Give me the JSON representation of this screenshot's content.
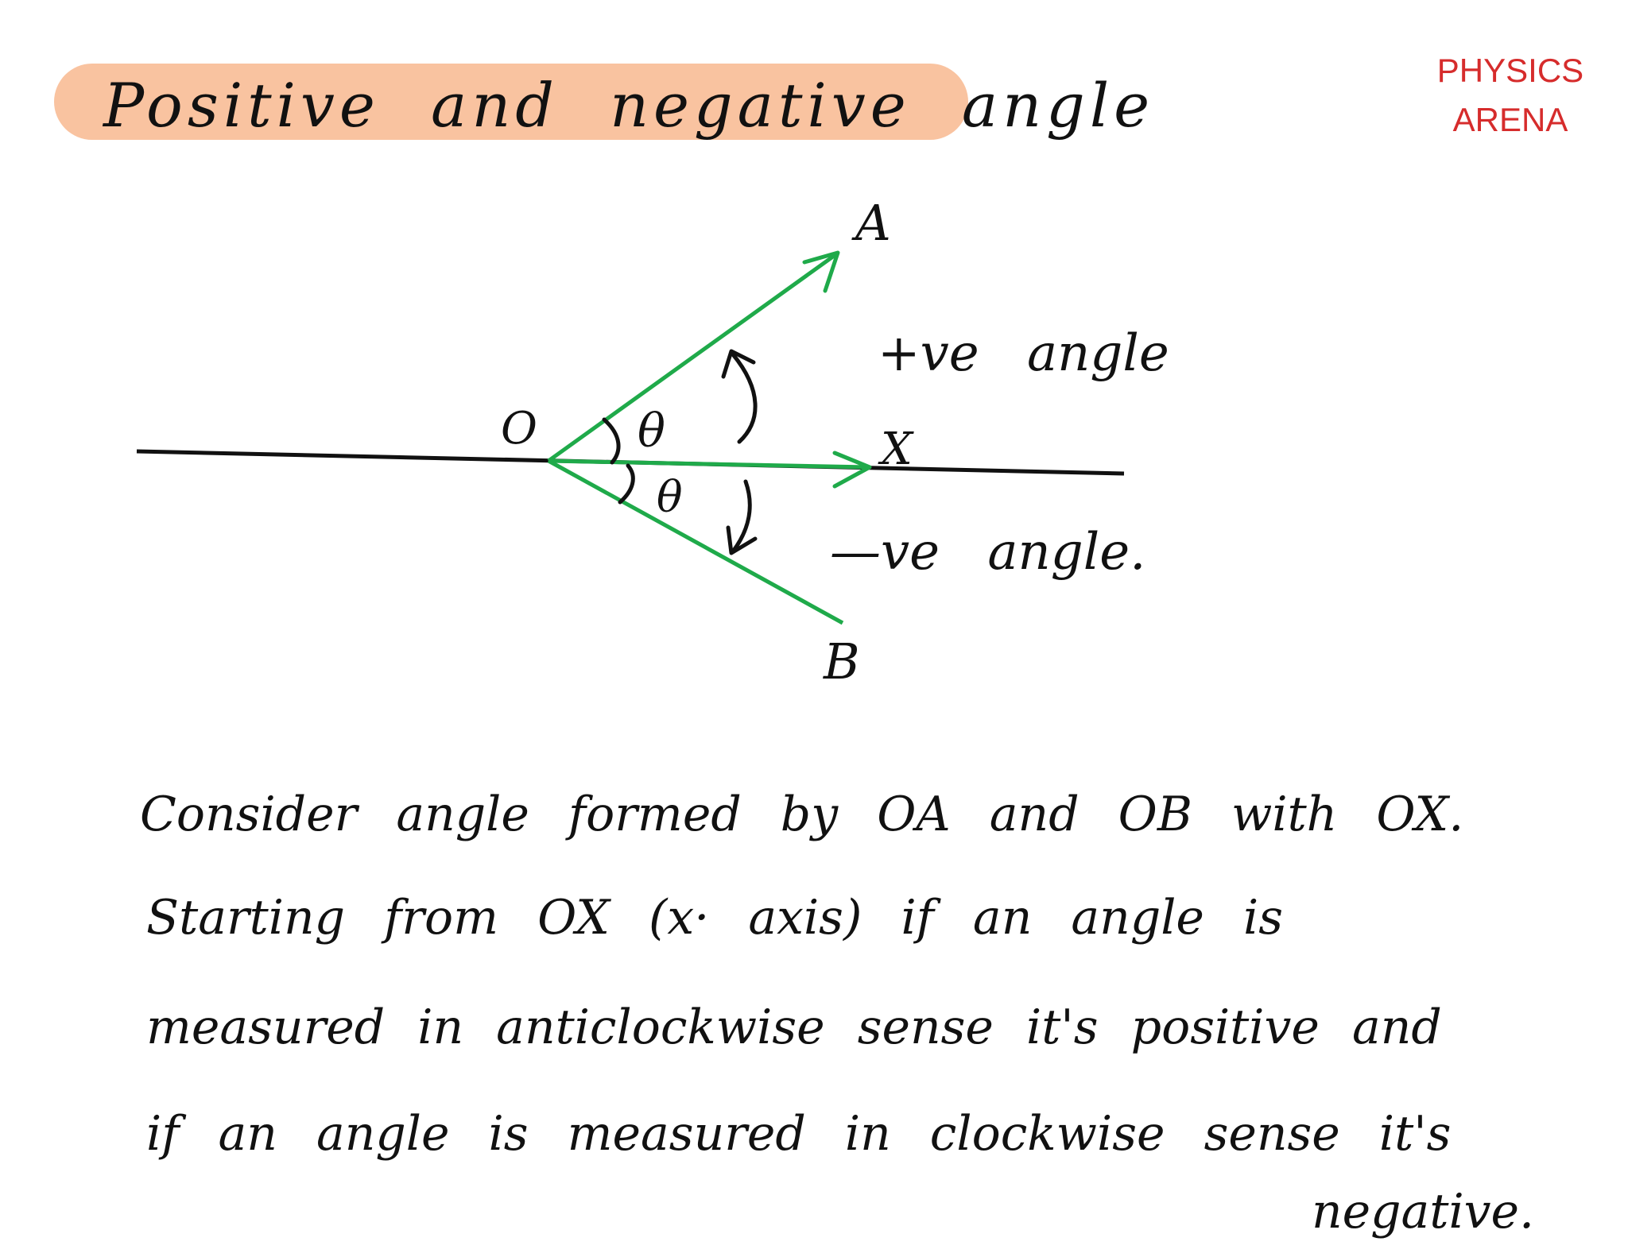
{
  "title": "Positive and negative angle",
  "brand": {
    "line1": "PHYSICS",
    "line2": "ARENA",
    "color": "#d62c2c"
  },
  "colors": {
    "title_highlight": "#f9c3a0",
    "vector": "#1faa4a",
    "ink": "#111111"
  },
  "diagram": {
    "point_a": "A",
    "point_b": "B",
    "point_x": "X",
    "origin": "O",
    "theta_upper": "θ",
    "theta_lower": "θ",
    "positive_label": "+ve angle",
    "negative_label": "—ve angle."
  },
  "paragraph": {
    "line1": "Consider angle formed by OA and OB with OX.",
    "line2": "Starting from OX (x· axis) if an angle is",
    "line3": "measured in anticlockwise sense it's positive and",
    "line4": "if an angle is measured in clockwise sense it's",
    "line5": "negative."
  }
}
